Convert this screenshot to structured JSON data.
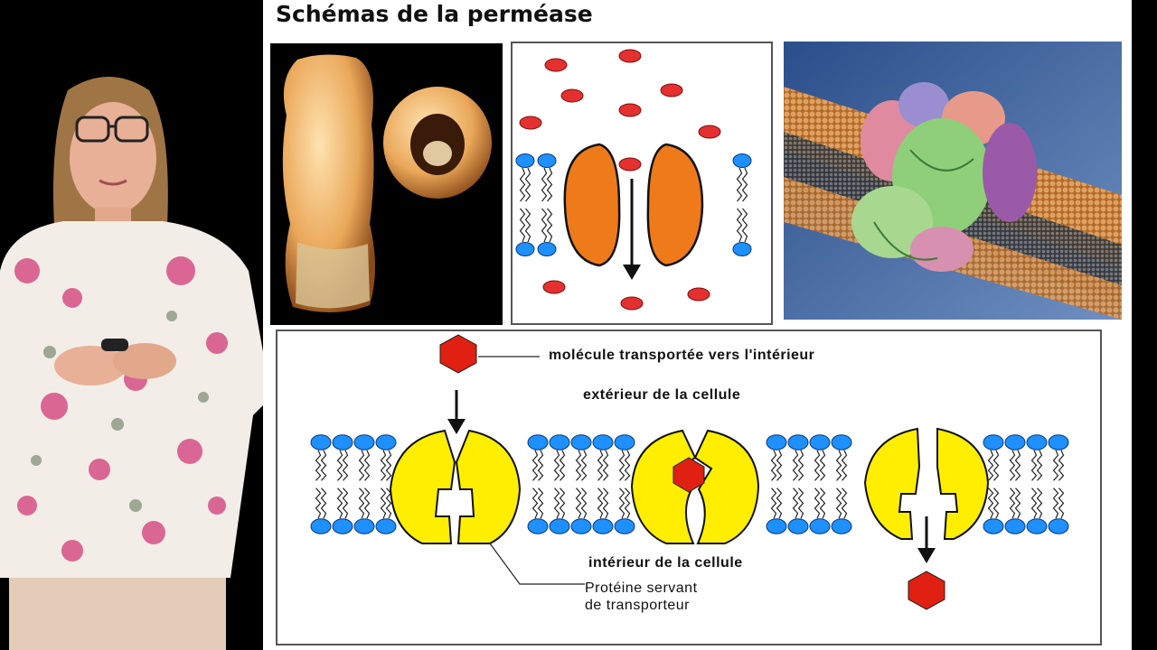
{
  "slide": {
    "title": "Schémas de la perméase"
  },
  "diagram": {
    "label_molecule": "molécule transportée vers l'intérieur",
    "label_exterior": "extérieur de la cellule",
    "label_interior": "intérieur de la cellule",
    "label_protein_line1": "Protéine servant",
    "label_protein_line2": "de transporteur"
  },
  "colors": {
    "slide_background": "#ffffff",
    "phospholipid_head": "#1e90ff",
    "transporter_protein": "#ffee00",
    "transported_molecule": "#e02010",
    "simple_channel": "#ee7a1a",
    "particle": "#e53030"
  }
}
